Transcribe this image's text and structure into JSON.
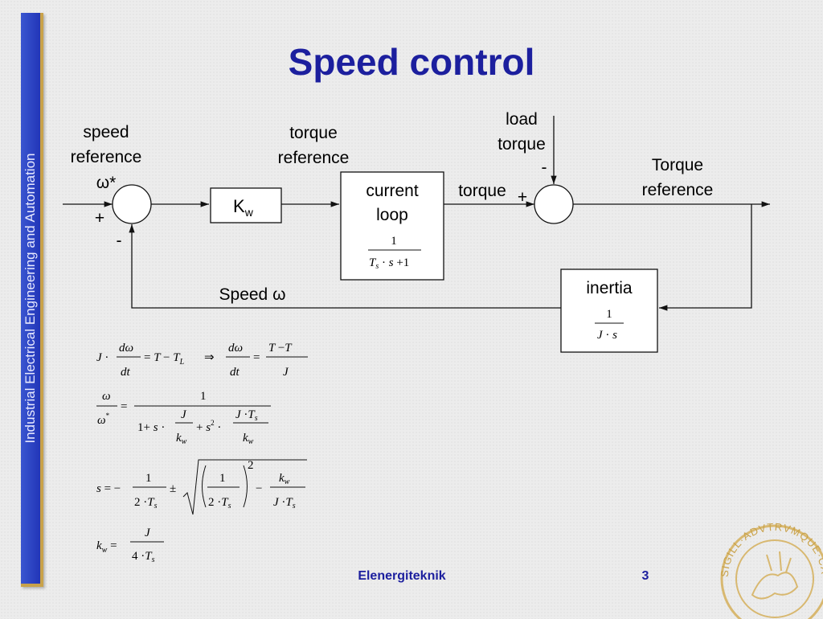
{
  "title": "Speed control",
  "sidebar_text": "Industrial Electrical Engineering and Automation",
  "diagram": {
    "speed_ref_line1": "speed",
    "speed_ref_line2": "reference",
    "omega_star": "ω*",
    "sum1_plus": "+",
    "sum1_minus": "-",
    "kw_label": "K",
    "kw_sub": "w",
    "torque_ref_line1": "torque",
    "torque_ref_line2": "reference",
    "current_loop_line1": "current",
    "current_loop_line2": "loop",
    "current_loop_tf_num": "1",
    "torque_label": "torque",
    "sum2_plus": "+",
    "load_torque_line1": "load",
    "load_torque_line2": "torque",
    "sum2_minus": "-",
    "out_label_line1": "Torque",
    "out_label_line2": "reference",
    "inertia_label": "inertia",
    "inertia_tf_num": "1",
    "speed_feedback": "Speed ω"
  },
  "footer": {
    "left": "Elenergiteknik",
    "page": "3"
  },
  "seal_text": "SIGILL·ADVTRVMQUE·CAROLINAE·LVNDENSIS"
}
